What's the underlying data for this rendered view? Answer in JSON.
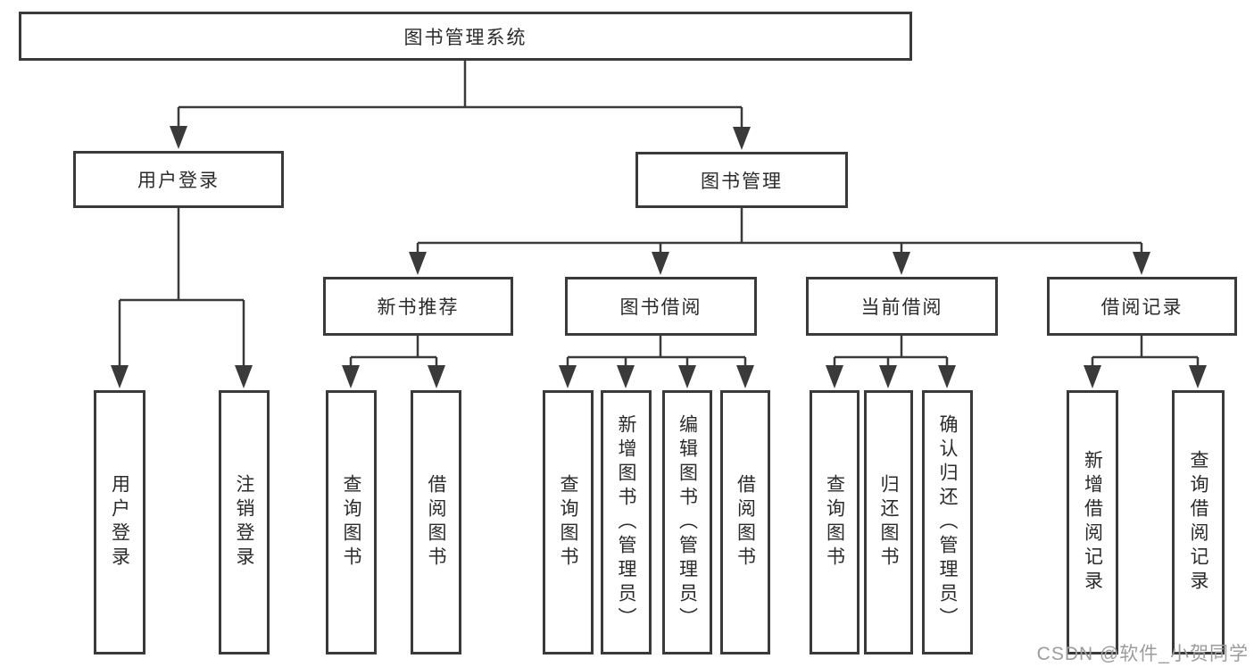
{
  "diagram": {
    "root": {
      "label": "图书管理系统"
    },
    "branches": [
      {
        "label": "用户登录",
        "children": [
          {
            "label": "用户登录"
          },
          {
            "label": "注销登录"
          }
        ]
      },
      {
        "label": "图书管理",
        "children": [
          {
            "label": "新书推荐",
            "children": [
              {
                "label": "查询图书"
              },
              {
                "label": "借阅图书"
              }
            ]
          },
          {
            "label": "图书借阅",
            "children": [
              {
                "label": "查询图书"
              },
              {
                "label": "新增图书（管理员）"
              },
              {
                "label": "编辑图书（管理员）"
              },
              {
                "label": "借阅图书"
              }
            ]
          },
          {
            "label": "当前借阅",
            "children": [
              {
                "label": "查询图书"
              },
              {
                "label": "归还图书"
              },
              {
                "label": "确认归还（管理员）"
              }
            ]
          },
          {
            "label": "借阅记录",
            "children": [
              {
                "label": "新增借阅记录"
              },
              {
                "label": "查询借阅记录"
              }
            ]
          }
        ]
      }
    ]
  },
  "watermark": {
    "text": "CSDN @软件_小贺同学"
  },
  "colors": {
    "line": "#3a3a3a",
    "text": "#2b2b2b",
    "watermark": "#9c9c9c",
    "background": "#ffffff"
  }
}
